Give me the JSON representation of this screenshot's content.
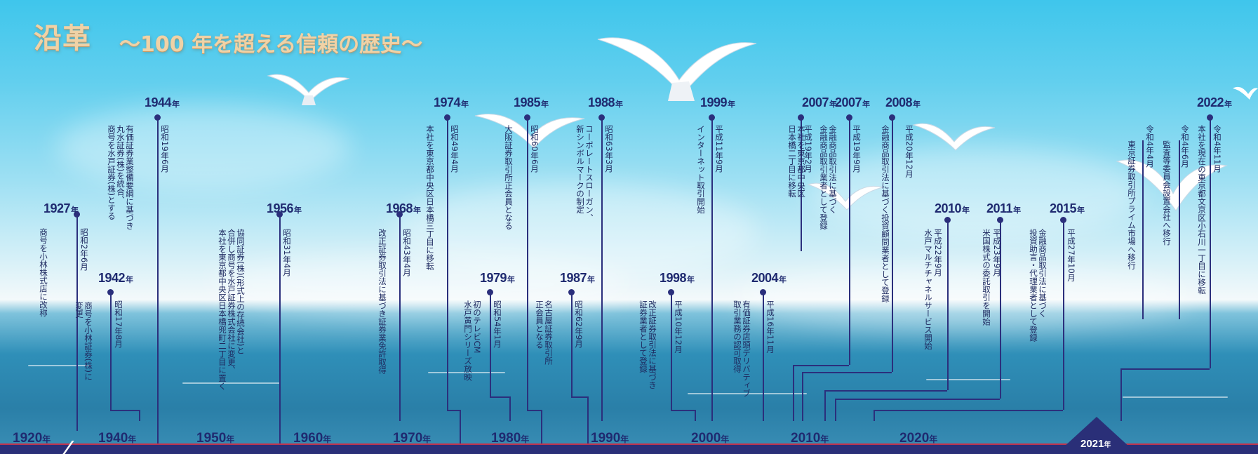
{
  "title": "沿革",
  "subtitle": "〜100 年を超える信頼の歴史〜",
  "year_suffix": "年",
  "decades": [
    "1920",
    "1940",
    "1950",
    "1960",
    "1970",
    "1980",
    "1990",
    "2000",
    "2010",
    "2020"
  ],
  "highlight_year": "2021",
  "events": [
    {
      "year": "1927",
      "era": "昭和2年6月",
      "text": "商号を小林株式店に改称"
    },
    {
      "year": "1942",
      "era": "昭和17年8月",
      "text": "商号を小林証券(株)に\n変更"
    },
    {
      "year": "1944",
      "era": "昭和19年6月",
      "text": "有価証券業整備要綱に基づき\n丸水証券(株)を統合、\n商号を水戸証券(株)とする"
    },
    {
      "year": "1956",
      "era": "昭和31年4月",
      "text": "協同証券(株)(形式上の存続会社)と\n合併し商号を水戸証券株式会社に変更、\n本社を東京都中央区日本橋兜町二丁目に置く"
    },
    {
      "year": "1968",
      "era": "昭和43年4月",
      "text": "改正証券取引法に基づき証券業免許取得"
    },
    {
      "year": "1974",
      "era": "昭和49年4月",
      "text": "本社を東京都中央区日本橋三丁目に移転"
    },
    {
      "year": "1979",
      "era": "昭和54年1月",
      "text": "初のテレビCM\n水戸黄門シリーズ放映"
    },
    {
      "year": "1985",
      "era": "昭和60年6月",
      "text": "大阪証券取引所正会員となる"
    },
    {
      "year": "1987",
      "era": "昭和62年9月",
      "text": "名古屋証券取引所\n正会員となる"
    },
    {
      "year": "1988",
      "era": "昭和63年3月",
      "text": "コーポレートスローガン、\n新シンボルマークの制定"
    },
    {
      "year": "1998",
      "era": "平成10年12月",
      "text": "改正証券取引法に基づき\n証券業者として登録"
    },
    {
      "year": "1999",
      "era": "平成11年9月",
      "text": "インターネット取引開始"
    },
    {
      "year": "2004",
      "era": "平成16年11月",
      "text": "有価証券店頭デリバティブ\n取引業務の認可取得"
    },
    {
      "year": "2007",
      "era": "平成19年2月",
      "text": "本社を東京都中央区\n日本橋二丁目に移転"
    },
    {
      "year": "2007",
      "era": "平成19年9月",
      "text": "金融商品取引法に基づく\n金融商品取引業者として登録"
    },
    {
      "year": "2008",
      "era": "平成20年12月",
      "text": "金融商品取引法に基づく投資顧問業者として登録"
    },
    {
      "year": "2010",
      "era": "平成22年9月",
      "text": "水戸マルチチャネルサービス開始"
    },
    {
      "year": "2011",
      "era": "平成23年9月",
      "text": "米国株式の委託取引を開始"
    },
    {
      "year": "2015",
      "era": "平成27年10月",
      "text": "金融商品取引法に基づく\n投資助言・代理業者として登録"
    },
    {
      "year": "2022",
      "era": "令和4年4月",
      "text": "東京証券取引所プライム市場へ移行"
    },
    {
      "year": "2022",
      "era": "令和4年6月",
      "text": "監査等委員会設置会社へ移行"
    },
    {
      "year": "2022",
      "era": "令和4年11月",
      "text": "本社を現在の東京都文京区小石川一丁目に移転"
    }
  ],
  "colors": {
    "line": "#2b2f7c",
    "title": "#f0d2a6",
    "band": "#2a2f78",
    "accent": "#c0334d"
  },
  "icons": [
    "seagull-icon"
  ]
}
